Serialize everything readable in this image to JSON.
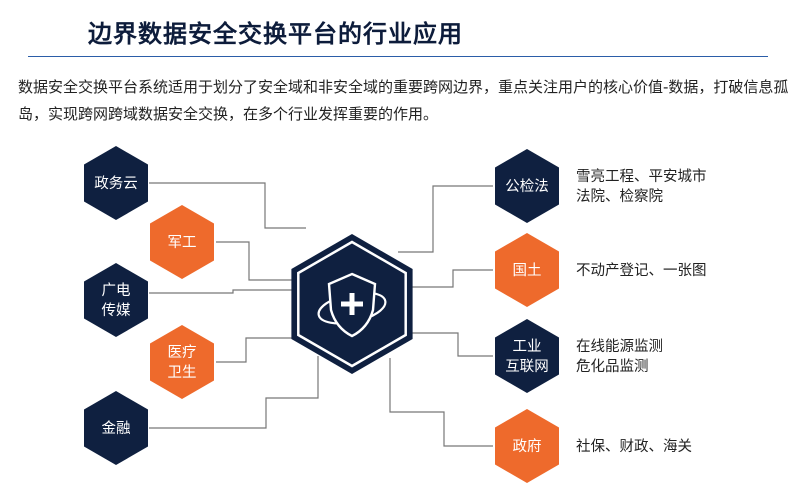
{
  "header": {
    "title": "边界数据安全交换平台的行业应用"
  },
  "intro": {
    "text": "数据安全交换平台系统适用于划分了安全域和非安全域的重要跨网边界，重点关注用户的核心价值-数据，打破信息孤岛，实现跨网跨域数据安全交换，在多个行业发挥重要的作用。"
  },
  "colors": {
    "navy": "#0f2040",
    "orange": "#ee6a2c",
    "line": "#777777",
    "accent_rule": "#2b5da8"
  },
  "center": {
    "icon": "shield-plus-icon"
  },
  "left_nodes": [
    {
      "lines": [
        "政务云"
      ],
      "color": "navy"
    },
    {
      "lines": [
        "军工"
      ],
      "color": "orange"
    },
    {
      "lines": [
        "广电",
        "传媒"
      ],
      "color": "navy"
    },
    {
      "lines": [
        "医疗",
        "卫生"
      ],
      "color": "orange"
    },
    {
      "lines": [
        "金融"
      ],
      "color": "navy"
    }
  ],
  "right_nodes": [
    {
      "lines": [
        "公检法"
      ],
      "color": "navy",
      "desc": [
        "雪亮工程、平安城市",
        "法院、检察院"
      ]
    },
    {
      "lines": [
        "国土"
      ],
      "color": "orange",
      "desc": [
        "不动产登记、一张图"
      ]
    },
    {
      "lines": [
        "工业",
        "互联网"
      ],
      "color": "navy",
      "desc": [
        "在线能源监测",
        "危化品监测"
      ]
    },
    {
      "lines": [
        "政府"
      ],
      "color": "orange",
      "desc": [
        "社保、财政、海关"
      ]
    }
  ]
}
